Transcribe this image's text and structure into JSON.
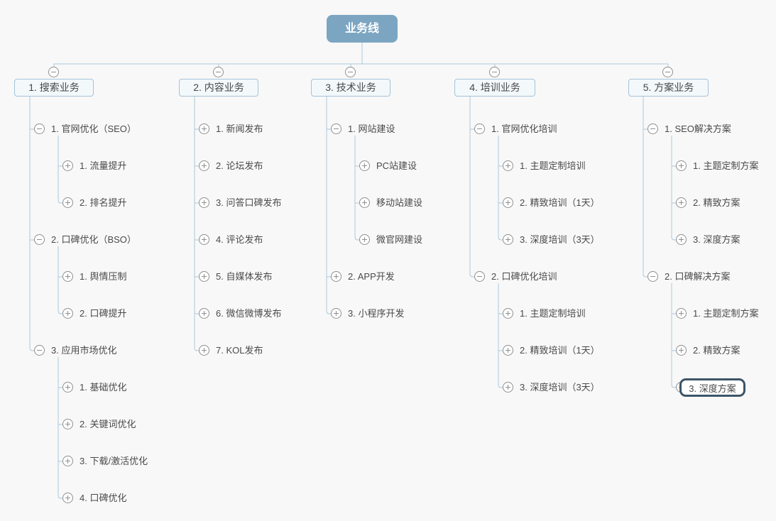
{
  "colors": {
    "root_fill": "#7ca5c2",
    "branch_fill": "#f3f8fb",
    "branch_border": "#a5c3d8",
    "connector_line": "#abc7db",
    "icon_stroke": "#8f8f8f",
    "selected_border": "#3c5468",
    "background": "#f8f8f8",
    "text": "#4a4a4a"
  },
  "root": {
    "label": "业务线"
  },
  "branches": [
    {
      "label": "1. 搜索业务",
      "toggle": "minus",
      "children": [
        {
          "label": "1. 官网优化（SEO）",
          "icon": "minus",
          "children": [
            {
              "label": "1. 流量提升",
              "icon": "plus"
            },
            {
              "label": "2. 排名提升",
              "icon": "plus"
            }
          ]
        },
        {
          "label": "2. 口碑优化（BSO）",
          "icon": "minus",
          "children": [
            {
              "label": "1. 舆情压制",
              "icon": "plus"
            },
            {
              "label": "2. 口碑提升",
              "icon": "plus"
            }
          ]
        },
        {
          "label": "3. 应用市场优化",
          "icon": "minus",
          "children": [
            {
              "label": "1. 基础优化",
              "icon": "plus"
            },
            {
              "label": "2. 关键词优化",
              "icon": "plus"
            },
            {
              "label": "3. 下载/激活优化",
              "icon": "plus"
            },
            {
              "label": "4. 口碑优化",
              "icon": "plus"
            }
          ]
        }
      ]
    },
    {
      "label": "2. 内容业务",
      "toggle": "minus",
      "children": [
        {
          "label": "1. 新闻发布",
          "icon": "plus"
        },
        {
          "label": "2. 论坛发布",
          "icon": "plus"
        },
        {
          "label": "3. 问答口碑发布",
          "icon": "plus"
        },
        {
          "label": "4. 评论发布",
          "icon": "plus"
        },
        {
          "label": "5. 自媒体发布",
          "icon": "plus"
        },
        {
          "label": "6. 微信微博发布",
          "icon": "plus"
        },
        {
          "label": "7. KOL发布",
          "icon": "plus"
        }
      ]
    },
    {
      "label": "3. 技术业务",
      "toggle": "minus",
      "children": [
        {
          "label": "1. 网站建设",
          "icon": "minus",
          "children": [
            {
              "label": "PC站建设",
              "icon": "plus"
            },
            {
              "label": "移动站建设",
              "icon": "plus"
            },
            {
              "label": "微官网建设",
              "icon": "plus"
            }
          ]
        },
        {
          "label": "2. APP开发",
          "icon": "plus"
        },
        {
          "label": "3. 小程序开发",
          "icon": "plus"
        }
      ]
    },
    {
      "label": "4. 培训业务",
      "toggle": "minus",
      "children": [
        {
          "label": "1. 官网优化培训",
          "icon": "minus",
          "children": [
            {
              "label": "1. 主题定制培训",
              "icon": "plus"
            },
            {
              "label": "2. 精致培训（1天）",
              "icon": "plus"
            },
            {
              "label": "3. 深度培训（3天）",
              "icon": "plus"
            }
          ]
        },
        {
          "label": "2. 口碑优化培训",
          "icon": "minus",
          "children": [
            {
              "label": "1. 主题定制培训",
              "icon": "plus"
            },
            {
              "label": "2. 精致培训（1天）",
              "icon": "plus"
            },
            {
              "label": "3. 深度培训（3天）",
              "icon": "plus"
            }
          ]
        }
      ]
    },
    {
      "label": "5. 方案业务",
      "toggle": "minus",
      "children": [
        {
          "label": "1. SEO解决方案",
          "icon": "minus",
          "children": [
            {
              "label": "1. 主题定制方案",
              "icon": "plus"
            },
            {
              "label": "2. 精致方案",
              "icon": "plus"
            },
            {
              "label": "3. 深度方案",
              "icon": "plus"
            }
          ]
        },
        {
          "label": "2. 口碑解决方案",
          "icon": "minus",
          "children": [
            {
              "label": "1. 主题定制方案",
              "icon": "plus"
            },
            {
              "label": "2. 精致方案",
              "icon": "plus"
            },
            {
              "label": "3. 深度方案",
              "icon": "plus",
              "selected": true
            }
          ]
        }
      ]
    }
  ]
}
